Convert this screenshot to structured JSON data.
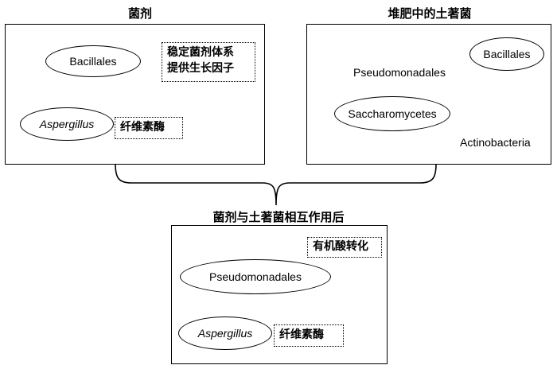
{
  "titles": {
    "agent": "菌剂",
    "compost": "堆肥中的土著菌",
    "interaction": "菌剂与土著菌相互作用后"
  },
  "agent_panel": {
    "bacillales": "Bacillales",
    "aspergillus": "Aspergillus",
    "note_line1": "稳定菌剂体系",
    "note_line2": "提供生长因子",
    "cellulase": "纤维素酶"
  },
  "compost_panel": {
    "bacillales": "Bacillales",
    "pseudomonadales": "Pseudomonadales",
    "saccharomycetes": "Saccharomycetes",
    "actinobacteria": "Actinobacteria"
  },
  "interaction_panel": {
    "organic_acid": "有机酸转化",
    "pseudomonadales": "Pseudomonadales",
    "aspergillus": "Aspergillus",
    "cellulase": "纤维素酶"
  }
}
